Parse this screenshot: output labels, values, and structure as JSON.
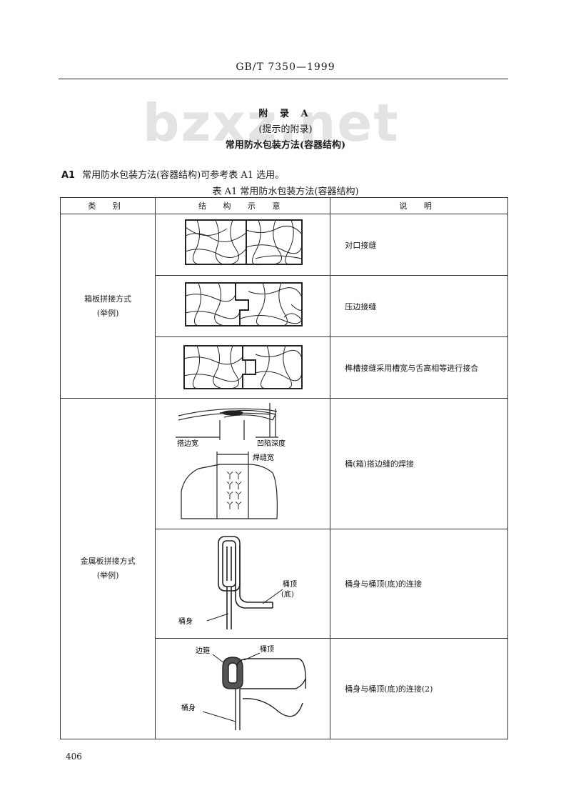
{
  "header": {
    "standard": "GB/T 7350—1999"
  },
  "watermark": {
    "text": "bzxz.net"
  },
  "appendix": {
    "title": "附 录 A",
    "note": "(提示的附录)",
    "subtitle": "常用防水包装方法(容器结构)"
  },
  "intro": {
    "number": "A1",
    "text": "常用防水包装方法(容器结构)可参考表 A1 选用。"
  },
  "table": {
    "caption": "表 A1   常用防水包装方法(容器结构)",
    "headers": [
      "类  别",
      "结 构 示 意",
      "说   明"
    ],
    "groups": [
      {
        "category_line1": "箱板拼接方式",
        "category_line2": "(举例)",
        "rows": [
          {
            "description": "对口接缝"
          },
          {
            "description": "压边接缝"
          },
          {
            "description": "榫槽接缝采用槽宽与舌高相等进行接合"
          }
        ]
      },
      {
        "category_line1": "金属板拼接方式",
        "category_line2": "(举例)",
        "rows": [
          {
            "description": "桶(箱)搭边缝的焊接",
            "labels": {
              "lap_width": "搭边宽",
              "depth": "凹陷深度",
              "weld_width": "焊缝宽"
            }
          },
          {
            "description": "桶身与桶顶(底)的连接",
            "labels": {
              "top": "桶顶",
              "bottom": "(底)",
              "body": "桶身"
            }
          },
          {
            "description": "桶身与桶顶(底)的连接(2)",
            "labels": {
              "rim": "边箍",
              "top": "桶顶",
              "body": "桶身"
            }
          }
        ]
      }
    ]
  },
  "page_number": "406"
}
